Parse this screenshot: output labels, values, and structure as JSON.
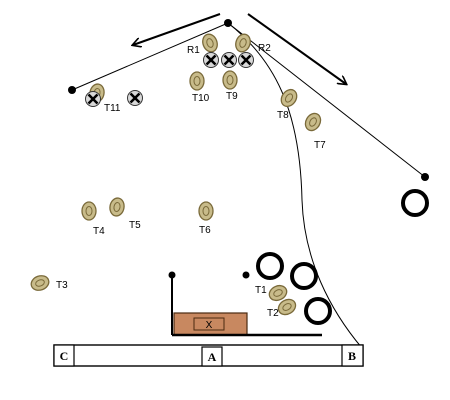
{
  "labels": {
    "r1": "R1",
    "r2": "R2",
    "t1": "T1",
    "t2": "T2",
    "t3": "T3",
    "t4": "T4",
    "t5": "T5",
    "t6": "T6",
    "t7": "T7",
    "t8": "T8",
    "t9": "T9",
    "t10": "T10",
    "t11": "T11",
    "x_mark": "X",
    "board_a": "A",
    "board_b": "B",
    "board_c": "C"
  },
  "colors": {
    "hay_fill": "#c8bb8a",
    "hay_stroke": "#7a6a3a",
    "hay_inner": "#7a6a3a",
    "box_fill": "#c88860",
    "box_stroke": "#4a2a10",
    "x_fill": "#d8d8d8"
  }
}
